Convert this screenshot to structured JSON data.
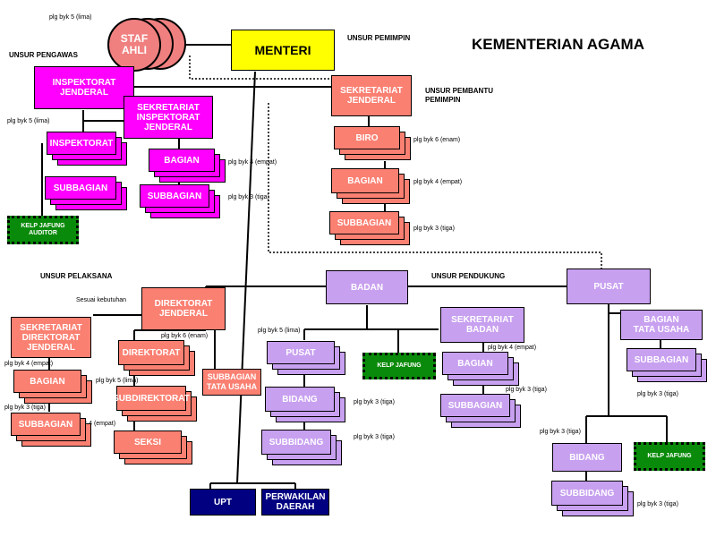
{
  "title": "KEMENTERIAN AGAMA",
  "sections": {
    "pengawas": "UNSUR PENGAWAS",
    "pemimpin": "UNSUR PEMIMPIN",
    "pembantu": "UNSUR PEMBANTU\nPEMIMPIN",
    "pelaksana": "UNSUR PELAKSANA",
    "pendukung": "UNSUR PENDUKUNG"
  },
  "nodes": {
    "menteri": "MENTERI",
    "staf_ahli": "STAF\nAHLI",
    "itjen": "INSPEKTORAT\nJENDERAL",
    "set_itjen": "SEKRETARIAT\nINSPEKTORAT\nJENDERAL",
    "inspektorat": "INSPEKTORAT",
    "subbagian_itjen": "SUBBAGIAN",
    "bagian_itjen": "BAGIAN",
    "subbagian_itjen2": "SUBBAGIAN",
    "kelp_auditor": "KELP JAFUNG\nAUDITOR",
    "setjen": "SEKRETARIAT\nJENDERAL",
    "biro": "BIRO",
    "bagian_setjen": "BAGIAN",
    "subbagian_setjen": "SUBBAGIAN",
    "ditjen": "DIREKTORAT\nJENDERAL",
    "set_ditjen": "SEKRETARIAT\nDIREKTORAT\nJENDERAL",
    "direktorat": "DIREKTORAT",
    "subdirektorat": "SUBDIREKTORAT",
    "seksi": "SEKSI",
    "subbag_tu": "SUBBAGIAN\nTATA USAHA",
    "bagian_ditjen": "BAGIAN",
    "subbagian_ditjen": "SUBBAGIAN",
    "badan": "BADAN",
    "pusat_badan": "PUSAT",
    "bidang_badan": "BIDANG",
    "subbidang_badan": "SUBBIDANG",
    "kelp_jafung_badan": "KELP JAFUNG",
    "set_badan": "SEKRETARIAT\nBADAN",
    "bagian_badan": "BAGIAN",
    "subbagian_badan": "SUBBAGIAN",
    "pusat": "PUSAT",
    "bagian_tu": "BAGIAN\nTATA USAHA",
    "subbagian_pusat": "SUBBAGIAN",
    "bidang_pusat": "BIDANG",
    "subbidang_pusat": "SUBBIDANG",
    "kelp_jafung_pusat": "KELP JAFUNG",
    "upt": "UPT",
    "perwakilan": "PERWAKILAN\nDAERAH"
  },
  "notes": {
    "staf_ahli": "plg byk 5 (lima)",
    "inspektorat": "plg byk 5 (lima)",
    "bagian_itjen": "plg byk 4 (empat)",
    "subbagian_itjen": "plg byk 3 (tiga)",
    "biro": "plg byk 6 (enam)",
    "bagian_setjen": "plg byk 4 (empat)",
    "subbagian_setjen": "plg byk 3 (tiga)",
    "sesuai": "Sesuai kebutuhan",
    "direktorat": "plg byk 6 (enam)",
    "bagian_ditjen": "plg byk 4 (empat)",
    "subdirektorat": "plg byk 5 (lima)",
    "subbagian_ditjen": "plg byk 3 (tiga)",
    "seksi": "plg byk 4 (empat)",
    "pusat_badan": "plg byk 5 (lima)",
    "bidang_badan": "plg byk 3 (tiga)",
    "subbidang_badan": "plg byk 3 (tiga)",
    "bagian_badan": "plg byk 4 (empat)",
    "subbagian_badan": "plg byk 3 (tiga)",
    "bidang_pusat": "plg byk 3 (tiga)",
    "subbagian_pusat": "plg byk 3 (tiga)",
    "subbidang_pusat": "plg byk 3 (tiga)"
  },
  "colors": {
    "pink": "#ff00ff",
    "salmon": "#fa8072",
    "lavender": "#c8a0f0",
    "green": "#0a8a0a",
    "navy": "#000080",
    "yellow": "#ffff00"
  }
}
